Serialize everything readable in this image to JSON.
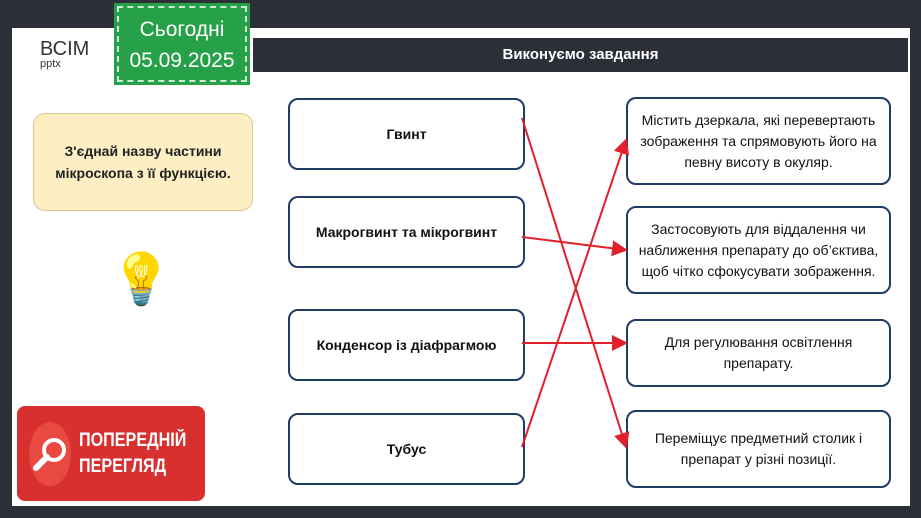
{
  "logo": {
    "brand": "ВСІМ",
    "sub": "pptx"
  },
  "date": {
    "label": "Сьогодні",
    "value": "05.09.2025"
  },
  "header": {
    "title": "Виконуємо завдання"
  },
  "task": {
    "text": "З'єднай назву частини мікроскопа з її функцією."
  },
  "left_items": [
    "Гвинт",
    "Макрогвинт та мікрогвинт",
    "Конденсор із діафрагмою",
    "Тубус"
  ],
  "right_items": [
    "Містить дзеркала, які перевертають зображення та спрямовують його на певну висоту в окуляр.",
    "Застосовують для віддалення чи наближення препарату до об’єктива, щоб чітко сфокусувати зображення.",
    "Для регулювання освітлення препарату.",
    "Переміщує предметний столик і препарат у різні позиції."
  ],
  "preview": {
    "line1": "ПОПЕРЕДНІЙ",
    "line2": "ПЕРЕГЛЯД"
  },
  "colors": {
    "accent_green": "#27a04a",
    "dark": "#2c2f38",
    "line": "#e0202a",
    "preview_red": "#d8302f"
  }
}
